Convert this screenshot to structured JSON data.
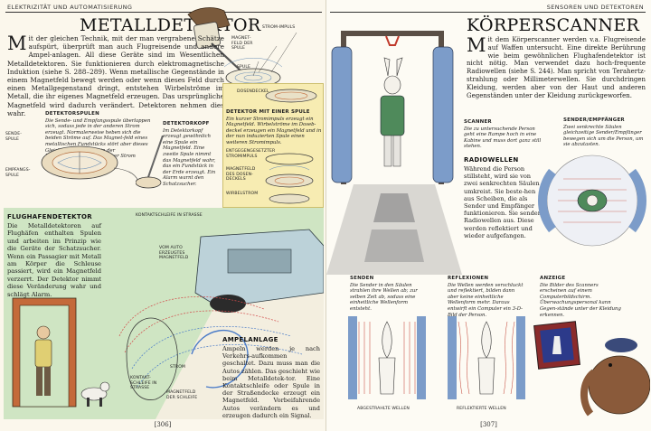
{
  "left": {
    "running_head": "ELEKTRIZITÄT UND AUTOMATISIERUNG",
    "title": "METALLDETEKTOR",
    "intro_dropcap": "M",
    "intro_text": "it der gleichen Technik, mit der man vergrabene Schätze aufspürt, überprüft man auch Flugreisende und andere Ampel-anlagen. All diese Geräte sind im Wesentlichen Metalldetektoren. Sie funktionieren durch elektromagnetische Induktion (siehe S. 288–289). Wenn metallische Gegenstände in einem Magnetfeld bewegt werden oder wenn dieses Feld durch einen Metallgegenstand dringt, entstehen Wirbelströme im Metall, die ihr eigenes Magnetfeld erzeugen. Das ursprüngliche Magnetfeld wird dadurch verändert. Detektoren nehmen dies wahr.",
    "detector_coils": {
      "title": "DETEKTORSPULEN",
      "text": "Die Sende- und Empfangsspule überlappen sich, sodass jede in der anderen Strom erzeugt. Normalerweise heben sich die beiden Ströme auf. Das Magnet-feld eines metallischen Fundstücks stört aber dieses Gleichgewicht, sodass in der Empfangsspule ein schwacher Strom auftritt."
    },
    "detector_head": {
      "title": "DETEKTORKOPF",
      "text": "Im Detektorkopf erzeugt gewöhnlich eine Spule ein Magnetfeld. Eine zweite Spule nimmt das Magnetfeld wahr, das ein Fundstück in der Erde erzeugt. Ein Alarm warnt den Schatzsucher."
    },
    "single_coil": {
      "title": "DETEKTOR MIT EINER SPULE",
      "text": "Ein kurzer Stromimpuls erzeugt ein Magnetfeld. Wirbelströme im Doseb-deckel erzeugen ein Magnetfeld und in der nun induzierten Spule einen weiteren Stromimpuls."
    },
    "labels": {
      "send_coil": "SENDE-SPULE",
      "receive_coil": "EMPFANGS-SPULE",
      "magnetic_field_coil": "MAGNET-FELD DER SPULE",
      "current_pulse": "STROM-IMPULS",
      "coil": "SPULE",
      "lid": "DOSENDECKEL",
      "opposite_current": "ENTGEGENGESETZTER STROMIMPULS",
      "lid_field": "MAGNETFELD DES DOSEN-DECKELS",
      "eddy_current": "WIRBELSTROM"
    },
    "airport": {
      "title": "FLUGHAFENDETEKTOR",
      "text": "Die Metalldetektoren auf Flughäfen enthalten Spulen und arbeiten im Prinzip wie die Geräte der Schatzsucher. Wenn ein Passagier mit Metall am Körper die Schleuse passiert, wird ein Magnetfeld verzerrt. Der Detektor nimmt diese Veränderung wahr und schlägt Alarm."
    },
    "traffic_labels": {
      "contact_loop_street": "KONTAKTSCHLEIFE IN STRASSE",
      "car_field": "VOM AUTO ERZEUGTES MAGNETFELD",
      "current": "STROM",
      "contact_loop": "KONTAKT-SCHLEIFE IN STRASSE",
      "loop_field": "MAGNETFELD DER SCHLEIFE"
    },
    "traffic": {
      "title": "AMPELANLAGE",
      "text": "Ampeln werden je nach Verkehrs-aufkommen geschaltet. Dazu muss man die Autos zählen. Das geschieht wie beim Metalldetek-tor. Eine Kontaktschleife oder Spule in der Straßendecke erzeugt ein Magnetfeld. Vorbeifahrende Autos verändern es und erzeugen dadurch ein Signal."
    },
    "folio": "[306]"
  },
  "right": {
    "running_head": "SENSOREN UND DETEKTOREN",
    "title": "KÖRPERSCANNER",
    "intro_dropcap": "M",
    "intro_text": "it dem Körperscanner werden v.a. Flugreisende auf Waffen untersucht. Eine direkte Berührung wie beim gewöhnlichen Flughafendetektor ist nicht nötig. Man verwendet dazu hoch-frequente Radiowellen (siehe S. 244). Man spricht von Terahertz-strahlung oder Millimeterwellen. Sie durchdringen Kleidung, werden aber von der Haut und anderen Gegenständen unter der Kleidung zurückgeworfen.",
    "scanner": {
      "title": "SCANNER",
      "text": "Die zu untersuchende Person geht eine Rampe hoch in eine Kabine und muss dort ganz still stehen."
    },
    "sender": {
      "title": "SENDER/EMPFÄNGER",
      "text": "Zwei senkrechte Säulen gleichzeitige Sender/Empfänger bewegen sich um die Person, um sie abzutasten."
    },
    "radio": {
      "title": "RADIOWELLEN",
      "text": "Während die Person stillsteht, wird sie von zwei senkrechten Säulen umkreist. Sie beste-hen aus Scheiben, die als Sender und Empfänger funktionieren. Sie senden Radiowellen aus. Diese werden reflektiert und wieder aufgefangen."
    },
    "steps": [
      {
        "title": "SENDEN",
        "text": "Die Sender in den Säulen strahlen ihre Wellen ab; zur selben Zeit ab, sodass eine einheitliche Wellenform entsteht."
      },
      {
        "title": "REFLEXIONEN",
        "text": "Die Wellen werden verschluckt und reflektiert, bilden dann aber keine einheitliche Wellenform mehr. Daraus entwirft ein Computer ein 3-D-Bild der Person."
      },
      {
        "title": "ANZEIGE",
        "text": "Die Bilder des Scanners erscheinen auf einem Computerbildschirm. Überwachungspersonal kann Gegen-stände unter der Kleidung erkennen."
      }
    ],
    "figure_labels": {
      "emitted": "ABGESTRAHLTE WELLEN",
      "reflected": "REFLEKTIERTE WELLEN"
    },
    "folio": "[307]"
  },
  "colors": {
    "paper": "#fbf7ec",
    "yellow_box": "#f7ecb2",
    "green_box": "#cfe5c3",
    "blue_column": "#7c9cc9",
    "arrow_grey": "#8c8c8c"
  }
}
